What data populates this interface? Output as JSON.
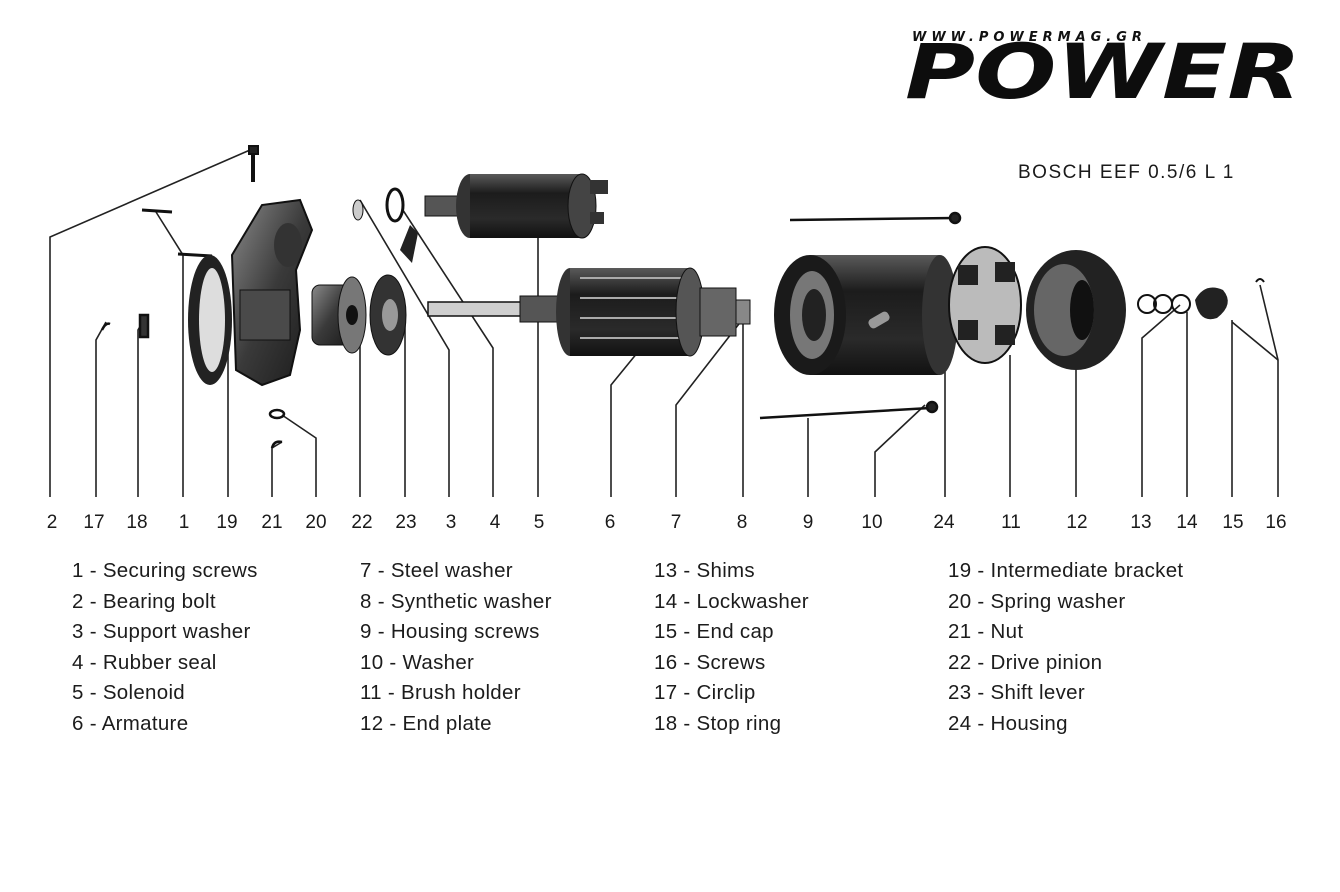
{
  "logo": {
    "url": "WWW.POWERMAG.GR",
    "word": "POWER"
  },
  "model": "BOSCH EEF 0.5/6 L 1",
  "callouts": [
    "2",
    "17",
    "18",
    "1",
    "19",
    "21",
    "20",
    "22",
    "23",
    "3",
    "4",
    "5",
    "6",
    "7",
    "8",
    "9",
    "10",
    "24",
    "11",
    "12",
    "13",
    "14",
    "15",
    "16"
  ],
  "legend": [
    [
      "1 - Securing screws",
      "2 - Bearing bolt",
      "3 - Support washer",
      "4 - Rubber seal",
      "5 - Solenoid",
      "6 - Armature"
    ],
    [
      "7 - Steel washer",
      "8 - Synthetic washer",
      "9 - Housing screws",
      "10 - Washer",
      "11 - Brush holder",
      "12 - End plate"
    ],
    [
      "13 - Shims",
      "14 - Lockwasher",
      "15 - End cap",
      "16 - Screws",
      "17 - Circlip",
      "18 - Stop ring"
    ],
    [
      "19 - Intermediate bracket",
      "20 - Spring washer",
      "21 - Nut",
      "22 - Drive pinion",
      "23 - Shift lever",
      "24 - Housing"
    ]
  ]
}
